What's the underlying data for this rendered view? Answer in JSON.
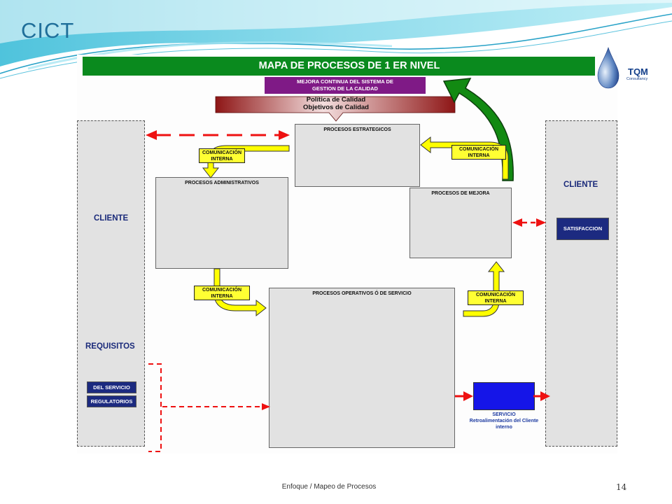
{
  "slide": {
    "title": "CICT",
    "footer": "Enfoque / Mapeo de Procesos",
    "page_number": "14"
  },
  "diagram": {
    "banner": "MAPA DE PROCESOS DE 1 ER NIVEL",
    "mejora_line1": "MEJORA CONTINUA DEL SISTEMA DE",
    "mejora_line2": "GESTION DE LA CALIDAD",
    "politica_line1": "Política de Calidad",
    "politica_line2": "Objetivos de Calidad",
    "procesos_estrategicos": "PROCESOS ESTRATEGICOS",
    "procesos_administrativos": "PROCESOS ADMINISTRATIVOS",
    "procesos_mejora": "PROCESOS DE MEJORA",
    "procesos_operativos": "PROCESOS OPERATIVOS  Ó  DE SERVICIO",
    "comunicacion_line1": "COMUNICACIÓN",
    "comunicacion_line2": "INTERNA",
    "cliente_left": "CLIENTE",
    "requisitos": "REQUISITOS",
    "del_servicio": "DEL SERVICIO",
    "regulatorios": "REGULATORIOS",
    "cliente_right": "CLIENTE",
    "satisfaccion": "SATISFACCION",
    "servicio": "SERVICIO",
    "retro_line1": "Retroalimentación del Cliente",
    "retro_line2": "interno"
  },
  "logo": {
    "name": "TQM",
    "subtitle": "Consultancy"
  },
  "colors": {
    "banner_green": "#0a8a1e",
    "mejora_purple": "#7f1a86",
    "politica_red": "#9a1a1a",
    "arrow_yellow": "#ffff00",
    "arrow_red": "#ee1111",
    "navy": "#1c2a80",
    "servicio_blue": "#1515e8",
    "panel_gray": "#e2e2e2"
  }
}
